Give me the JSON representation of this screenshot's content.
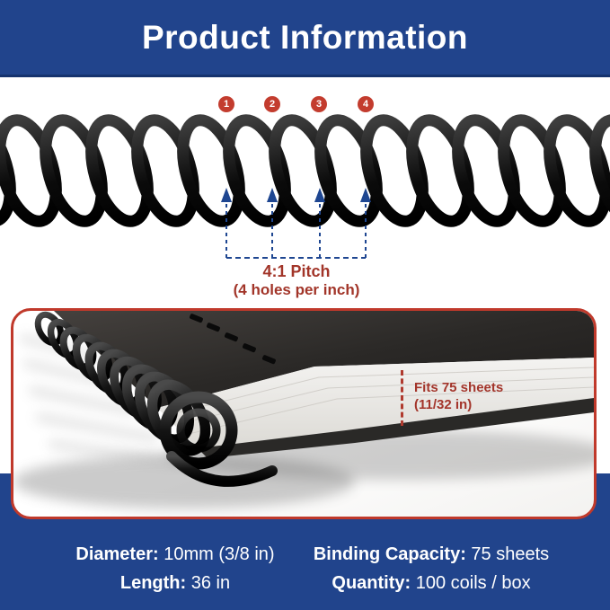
{
  "header": {
    "title": "Product Information"
  },
  "coil_diagram": {
    "markers": [
      "1",
      "2",
      "3",
      "4"
    ],
    "pitch_label": "4:1 Pitch",
    "pitch_sublabel": "(4 holes per inch)"
  },
  "notebook_photo": {
    "caption_line1": "Fits 75 sheets",
    "caption_line2": "(11/32 in)"
  },
  "specs": {
    "diameter": {
      "label": "Diameter:",
      "value": "10mm (3/8 in)"
    },
    "capacity": {
      "label": "Binding Capacity:",
      "value": "75 sheets"
    },
    "length": {
      "label": "Length:",
      "value": "36 in"
    },
    "quantity": {
      "label": "Quantity:",
      "value": "100 coils / box"
    }
  },
  "colors": {
    "banner_blue": "#21448C",
    "banner_edge_navy": "#16336E",
    "marker_red": "#C33C2E",
    "annotation_red": "#A23529",
    "arrow_blue": "#1E4691",
    "card_border_red": "#C0392B",
    "coil_black": "#0A0A0A"
  }
}
